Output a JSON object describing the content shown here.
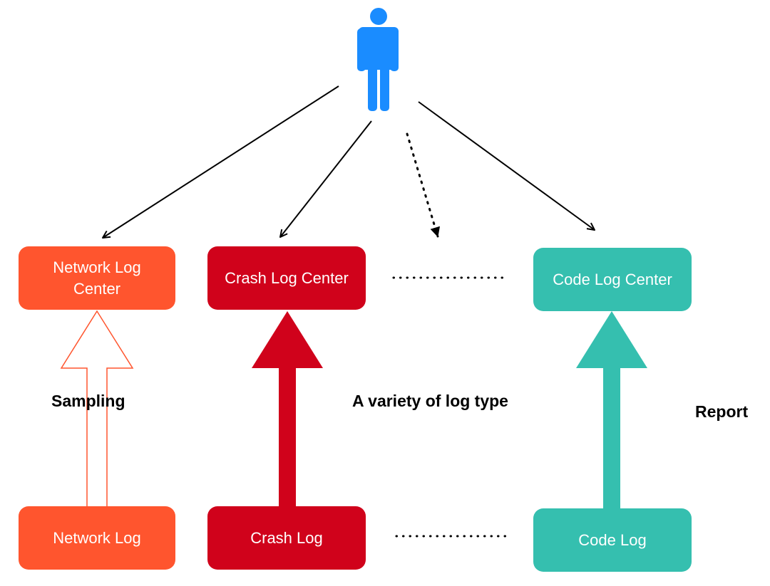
{
  "colors": {
    "network": "#ff552e",
    "crash": "#d0021b",
    "code": "#35bfaf",
    "user": "#1a8cff",
    "connector": "#000000",
    "label_text": "#000000",
    "box_text": "#ffffff"
  },
  "icons": {
    "user": "person-icon"
  },
  "nodes": {
    "network_center": "Network Log\nCenter",
    "crash_center": "Crash Log Center",
    "code_center": "Code Log Center",
    "network_log": "Network Log",
    "crash_log": "Crash Log",
    "code_log": "Code Log"
  },
  "labels": {
    "sampling": "Sampling",
    "variety": "A variety of log type",
    "report": "Report"
  }
}
